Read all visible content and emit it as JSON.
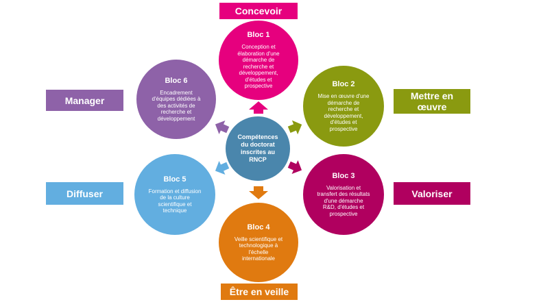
{
  "colors": {
    "bloc1": "#e6007e",
    "bloc2": "#8a9a10",
    "bloc3": "#b0005f",
    "bloc4": "#e07a10",
    "bloc5": "#62aee0",
    "bloc6": "#8e62a8",
    "center": "#4a86ac"
  },
  "labels": {
    "concevoir": "Concevoir",
    "mettre": "Mettre en œuvre",
    "valoriser": "Valoriser",
    "veille": "Être en veille",
    "diffuser": "Diffuser",
    "manager": "Manager"
  },
  "center": {
    "text": "Compétences du doctorat inscrites au RNCP"
  },
  "blocs": {
    "b1": {
      "title": "Bloc 1",
      "desc": "Conception et élaboration d'une démarche de recherche et développement, d'études et prospective"
    },
    "b2": {
      "title": "Bloc 2",
      "desc": "Mise en œuvre d'une démarche de recherche et développement, d'études et prospective"
    },
    "b3": {
      "title": "Bloc 3",
      "desc": "Valorisation et transfert des résultats d'une démarche R&D, d'études et prospective"
    },
    "b4": {
      "title": "Bloc 4",
      "desc": "Veille scientifique et technologique à l'échelle internationale"
    },
    "b5": {
      "title": "Bloc 5",
      "desc": "Formation et diffusion de la culture scientifique et technique"
    },
    "b6": {
      "title": "Bloc 6",
      "desc": "Encadrement d'équipes dédiées à des activités de recherche et développement"
    }
  },
  "icons": {
    "arrow": "arrow-icon"
  }
}
